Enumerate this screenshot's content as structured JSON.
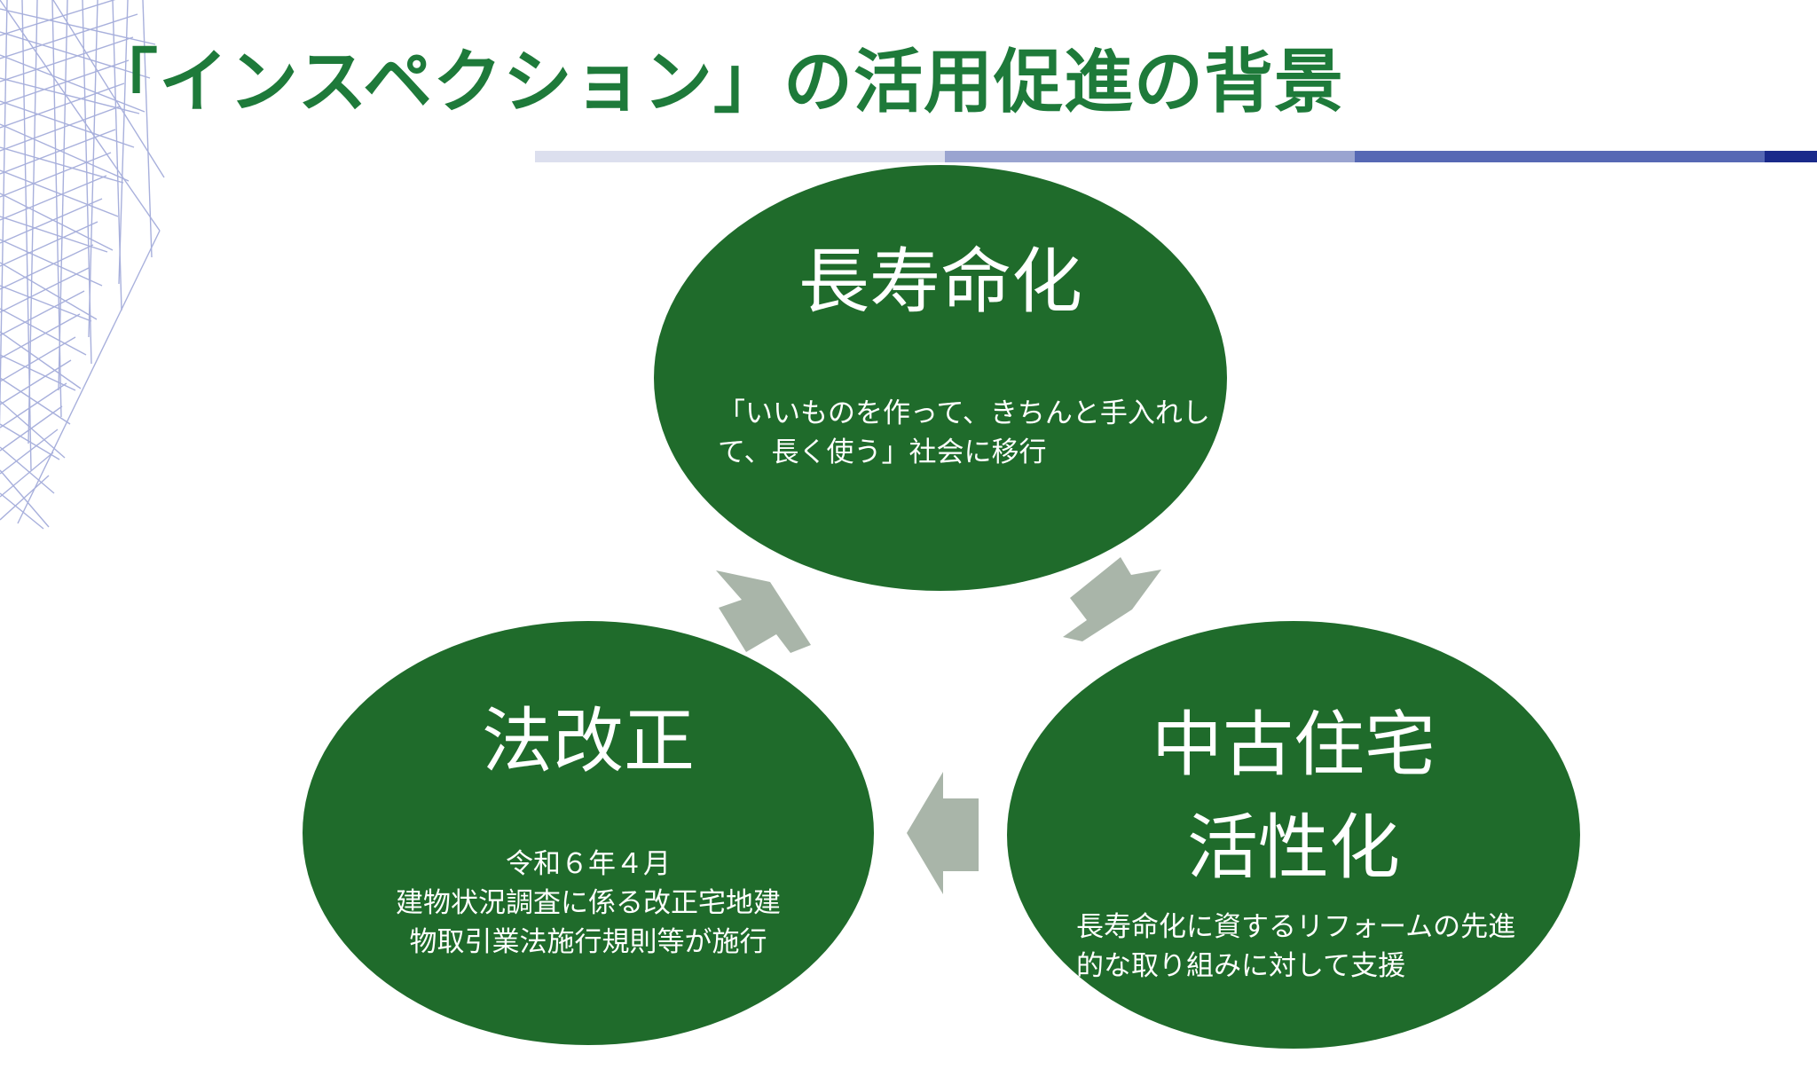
{
  "title": "「インスペクション」の活用促進の背景",
  "colors": {
    "title": "#1e7a3a",
    "ellipse_fill": "#1f6b2b",
    "ellipse_text": "#ffffff",
    "arrow": "#a9b5a9",
    "bar_segments": [
      "#dcdfee",
      "#9aa4d0",
      "#5668b4",
      "#1a2a8a"
    ],
    "wireframe": "#9aa3d6"
  },
  "cycle": {
    "top": {
      "heading": "長寿命化",
      "body_lines": [
        "「いいものを作って、きちんと手入れし",
        "て、長く使う」社会に移行"
      ]
    },
    "right": {
      "heading_lines": [
        "中古住宅",
        "活性化"
      ],
      "body_lines": [
        "長寿命化に資するリフォームの先進",
        "的な取り組みに対して支援"
      ]
    },
    "left": {
      "heading": "法改正",
      "body_lines": [
        "令和６年４月",
        "建物状況調査に係る改正宅地建",
        "物取引業法施行規則等が施行"
      ]
    }
  }
}
